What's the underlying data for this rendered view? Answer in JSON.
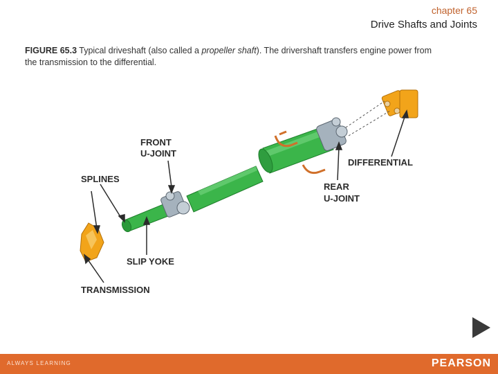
{
  "header": {
    "chapter": "chapter 65",
    "title": "Drive Shafts and Joints"
  },
  "caption": {
    "figure_label": "FIGURE 65.3",
    "text_before": " Typical driveshaft (also called a ",
    "text_italic": "propeller shaft",
    "text_after": "). The drivershaft transfers engine power from the transmission to the differential."
  },
  "diagram": {
    "labels": {
      "front_ujoint_line1": "FRONT",
      "front_ujoint_line2": "U-JOINT",
      "splines": "SPLINES",
      "slip_yoke": "SLIP YOKE",
      "transmission": "TRANSMISSION",
      "differential": "DIFFERENTIAL",
      "rear_ujoint_line1": "REAR",
      "rear_ujoint_line2": "U-JOINT"
    },
    "colors": {
      "shaft": "#3bb54a",
      "shaft_dark": "#228a30",
      "ujoint": "#9aa8b4",
      "transmission": "#f2a41a",
      "strap": "#d0702a"
    }
  },
  "navigation": {
    "next_icon": "next-arrow-icon"
  },
  "footer": {
    "tagline": "ALWAYS LEARNING",
    "brand": "PEARSON",
    "color": "#e06a2c"
  }
}
